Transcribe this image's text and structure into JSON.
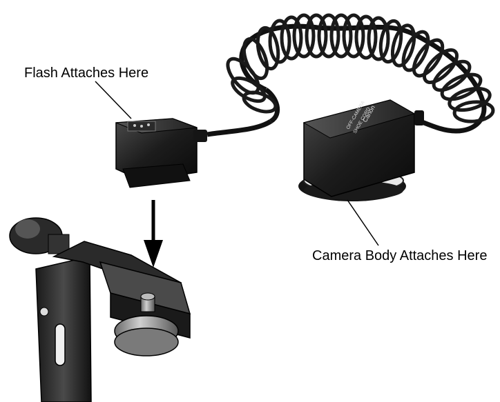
{
  "labels": {
    "flash": "Flash Attaches Here",
    "camera": "Camera Body Attaches Here"
  },
  "brand_mark": "Canon",
  "colors": {
    "background": "#ffffff",
    "ink": "#000000",
    "device_dark": "#1a1a1a",
    "device_mid": "#3a3a3a",
    "metal": "#888888"
  },
  "icons": [
    "down-arrow-icon"
  ]
}
